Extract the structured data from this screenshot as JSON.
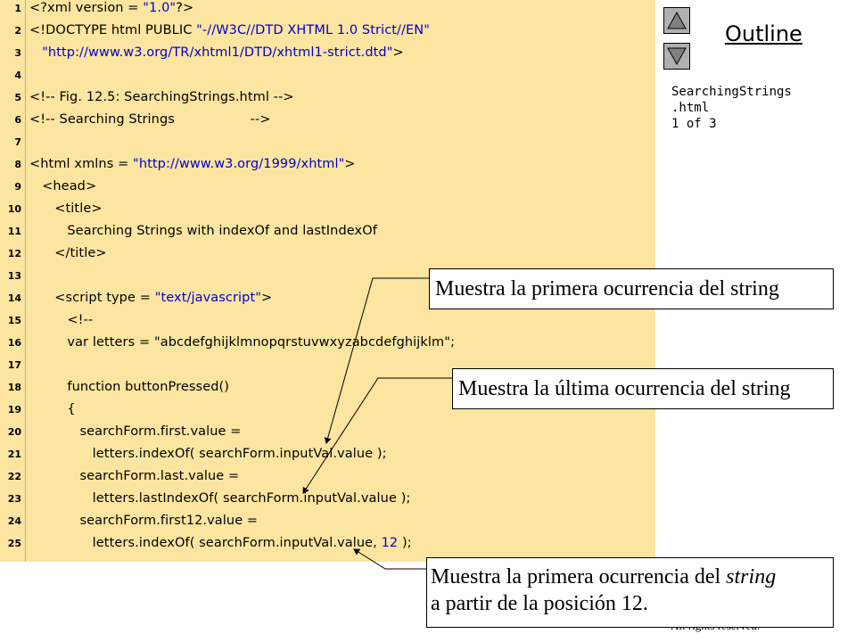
{
  "code_lines": [
    {
      "num": "1",
      "segments": [
        {
          "t": "<?xml version = ",
          "c": ""
        },
        {
          "t": "\"1.0\"",
          "c": "str"
        },
        {
          "t": "?>",
          "c": ""
        }
      ]
    },
    {
      "num": "2",
      "segments": [
        {
          "t": "<!DOCTYPE html PUBLIC ",
          "c": ""
        },
        {
          "t": "\"-//W3C//DTD XHTML 1.0 Strict//EN\"",
          "c": "str"
        }
      ]
    },
    {
      "num": "3",
      "segments": [
        {
          "t": "   ",
          "c": ""
        },
        {
          "t": "\"http://www.w3.org/TR/xhtml1/DTD/xhtml1-strict.dtd\"",
          "c": "str"
        },
        {
          "t": ">",
          "c": ""
        }
      ]
    },
    {
      "num": "4",
      "segments": []
    },
    {
      "num": "5",
      "segments": [
        {
          "t": "<!-- Fig. 12.5: SearchingStrings.html -->",
          "c": ""
        }
      ]
    },
    {
      "num": "6",
      "segments": [
        {
          "t": "<!-- Searching Strings                  -->",
          "c": ""
        }
      ]
    },
    {
      "num": "7",
      "segments": []
    },
    {
      "num": "8",
      "segments": [
        {
          "t": "<html xmlns = ",
          "c": ""
        },
        {
          "t": "\"http://www.w3.org/1999/xhtml\"",
          "c": "str"
        },
        {
          "t": ">",
          "c": ""
        }
      ]
    },
    {
      "num": "9",
      "segments": [
        {
          "t": "   <head>",
          "c": ""
        }
      ]
    },
    {
      "num": "10",
      "segments": [
        {
          "t": "      <title>",
          "c": ""
        }
      ]
    },
    {
      "num": "11",
      "segments": [
        {
          "t": "         Searching Strings with indexOf and lastIndexOf",
          "c": ""
        }
      ]
    },
    {
      "num": "12",
      "segments": [
        {
          "t": "      </title>",
          "c": ""
        }
      ]
    },
    {
      "num": "13",
      "segments": []
    },
    {
      "num": "14",
      "segments": [
        {
          "t": "      <script type = ",
          "c": ""
        },
        {
          "t": "\"text/javascript\"",
          "c": "str"
        },
        {
          "t": ">",
          "c": ""
        }
      ]
    },
    {
      "num": "15",
      "segments": [
        {
          "t": "         <!--",
          "c": ""
        }
      ]
    },
    {
      "num": "16",
      "segments": [
        {
          "t": "         var letters = ",
          "c": ""
        },
        {
          "t": "\"abcdefghijklmnopqrstuvwxyzabcdefghijklm\"",
          "c": ""
        },
        {
          "t": ";",
          "c": ""
        }
      ]
    },
    {
      "num": "17",
      "segments": []
    },
    {
      "num": "18",
      "segments": [
        {
          "t": "         function buttonPressed()",
          "c": ""
        }
      ]
    },
    {
      "num": "19",
      "segments": [
        {
          "t": "         {",
          "c": ""
        }
      ]
    },
    {
      "num": "20",
      "segments": [
        {
          "t": "            searchForm.first.value =",
          "c": ""
        }
      ]
    },
    {
      "num": "21",
      "segments": [
        {
          "t": "               letters.indexOf( searchForm.inputVal.value );",
          "c": ""
        }
      ]
    },
    {
      "num": "22",
      "segments": [
        {
          "t": "            searchForm.last.value =",
          "c": ""
        }
      ]
    },
    {
      "num": "23",
      "segments": [
        {
          "t": "               letters.lastIndexOf( searchForm.inputVal.value );",
          "c": ""
        }
      ]
    },
    {
      "num": "24",
      "segments": [
        {
          "t": "            searchForm.first12.value =",
          "c": ""
        }
      ]
    },
    {
      "num": "25",
      "segments": [
        {
          "t": "               letters.indexOf( searchForm.inputVal.value, ",
          "c": ""
        },
        {
          "t": "12",
          "c": "num"
        },
        {
          "t": " );",
          "c": ""
        }
      ]
    }
  ],
  "sidebar": {
    "up_icon": "triangle-up-icon",
    "down_icon": "triangle-down-icon",
    "outline_title": "Outline",
    "file_name_1": "SearchingStrings",
    "file_name_2": ".html",
    "page_indicator": "1 of 3"
  },
  "callouts": {
    "first": "Muestra la primera ocurrencia del string",
    "last": "Muestra la última ocurrencia del string",
    "from12_prefix": "Muestra la primera ocurrencia del ",
    "from12_em": "string",
    "from12_line2": "a partir de la posición 12."
  },
  "footer": {
    "rights": "All rights reserved."
  },
  "colors": {
    "code_background": "#fce5a0",
    "string_literal": "#0000cc",
    "button_gray": "#b0b0b0"
  }
}
